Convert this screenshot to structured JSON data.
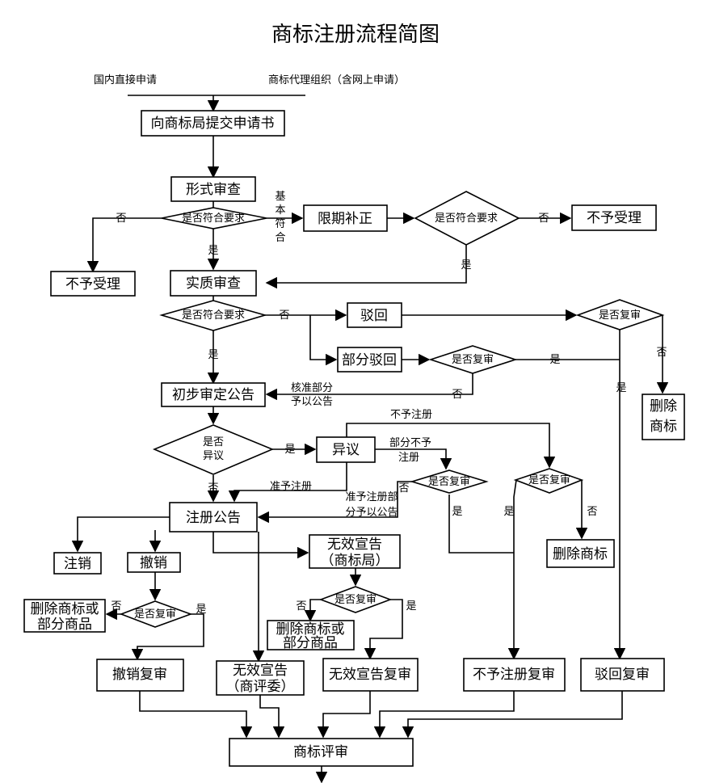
{
  "title": "商标注册流程简图",
  "sources": {
    "direct": "国内直接申请",
    "agent": "商标代理组织（含网上申请）"
  },
  "boxes": {
    "submit": "向商标局提交申请书",
    "formal_review": "形式审查",
    "correction": "限期补正",
    "not_accepted_right": "不予受理",
    "not_accepted_left": "不予受理",
    "substantive_review": "实质审查",
    "rejected": "驳回",
    "partial_rejected": "部分驳回",
    "delete_trademark_right": [
      "删除",
      "商标"
    ],
    "preliminary_announcement": "初步审定公告",
    "objection": "异议",
    "delete_trademark_mid": "删除商标",
    "registration_announcement": "注册公告",
    "cancel": "注销",
    "revoke": "撤销",
    "invalid_declaration_office": [
      "无效宣告",
      "（商标局）"
    ],
    "delete_or_partial_left": [
      "删除商标或",
      "部分商品"
    ],
    "delete_or_partial_mid": [
      "删除商标或",
      "部分商品"
    ],
    "revoke_review": "撤销复审",
    "invalid_declaration_board": [
      "无效宣告",
      "（商评委）"
    ],
    "invalid_review": "无效宣告复审",
    "no_registration_review": "不予注册复审",
    "rejection_review": "驳回复审",
    "trademark_review": "商标评审"
  },
  "diamonds": {
    "formal_meets": "是否符合要求",
    "correction_meets": "是否符合要求",
    "substantive_meets": "是否符合要求",
    "rejection_reexam": "是否复审",
    "partial_reexam": "是否复审",
    "objection_q": [
      "是否",
      "异议"
    ],
    "partial_no_reg_reexam": "是否复审",
    "no_reg_reexam": "是否复审",
    "revoke_reexam": "是否复审",
    "invalid_reexam": "是否复审"
  },
  "labels": {
    "no_formal": "否",
    "basic_meet": [
      "基",
      "本",
      "符",
      "合"
    ],
    "no_correction": "否",
    "yes_formal": "是",
    "yes_correction": "是",
    "no_substantive": "否",
    "yes_substantive": "是",
    "no_rejection_reexam": "否",
    "yes_rejection_reexam": "是",
    "yes_partial_reexam": "是",
    "no_partial_reexam": "否",
    "approved_partial": [
      "核准部分",
      "予以公告"
    ],
    "no_registration": "不予注册",
    "yes_objection": "是",
    "partial_no_reg": [
      "部分不予",
      "注册"
    ],
    "no_objection": "否",
    "approved_registration": "准予注册",
    "approved_partial_reg": [
      "准予注册部",
      "分予以公告"
    ],
    "no_partial_no_reg": "否",
    "yes_partial_no_reg": "是",
    "yes_no_reg": "是",
    "no_no_reg": "否",
    "no_revoke": "否",
    "yes_revoke": "是",
    "no_invalid": "否",
    "yes_invalid": "是"
  }
}
